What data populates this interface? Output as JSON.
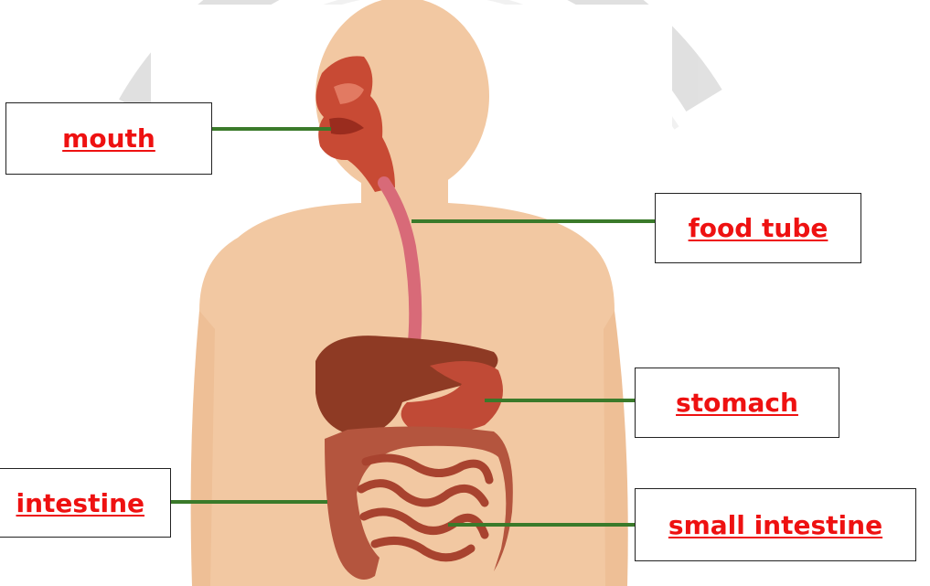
{
  "labels": {
    "mouth": "mouth",
    "food_tube": "food tube",
    "stomach": "stomach",
    "large_intestine": "intestine",
    "small_intestine": "small intestine"
  },
  "colors": {
    "label_text": "#ee1111",
    "leader_line": "#3a7a2a",
    "skin": "#f2c8a2",
    "liver": "#8e3a24",
    "stomach": "#c04a36",
    "intestine": "#b4553e",
    "esophagus": "#d86a78",
    "watermark": "#bfbfbf"
  },
  "icons": {
    "watermark": "circular-seal-watermark"
  }
}
